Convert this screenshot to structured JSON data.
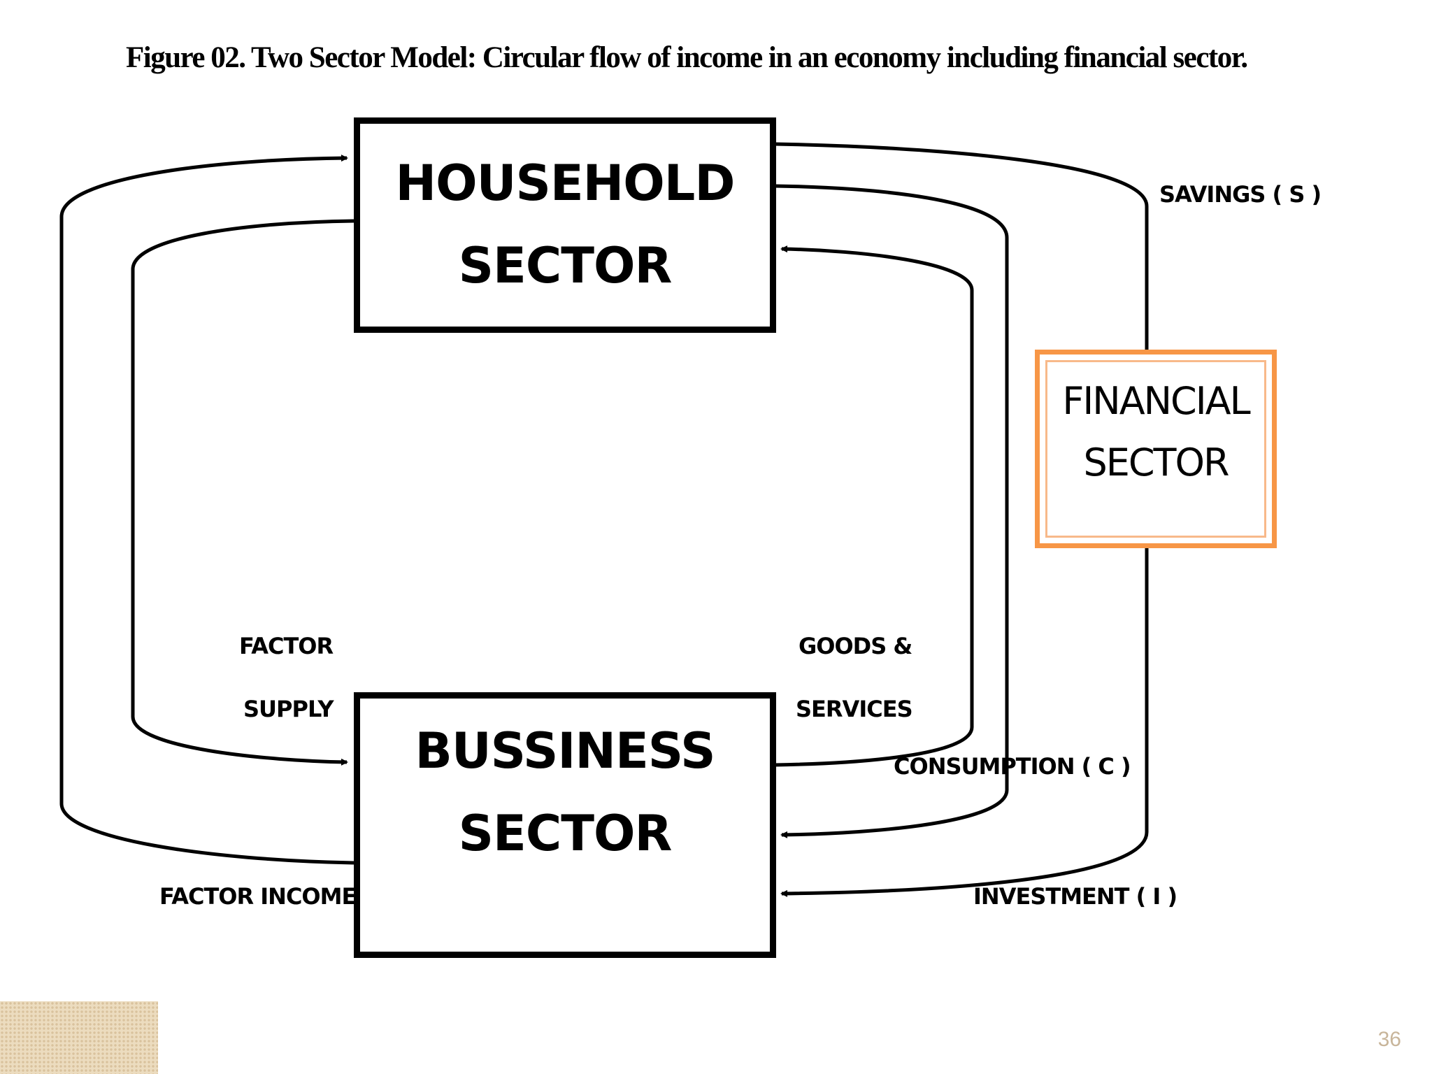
{
  "caption": "Figure 02. Two Sector Model: Circular flow of income in an economy including financial sector.",
  "household": {
    "line1": "HOUSEHOLD",
    "line2": "SECTOR"
  },
  "business": {
    "line1": "BUSSINESS",
    "line2": "SECTOR"
  },
  "financial": {
    "line1": "FINANCIAL",
    "line2": "SECTOR",
    "border_color": "#f79646"
  },
  "flows": {
    "factor_supply_1": "FACTOR",
    "factor_supply_2": "SUPPLY",
    "factor_income": "FACTOR INCOME",
    "goods_services_1": "GOODS &",
    "goods_services_2": "SERVICES",
    "consumption": "CONSUMPTION ( C )",
    "savings": "SAVINGS ( S )",
    "investment": "INVESTMENT ( I )"
  },
  "slide_number": "36"
}
